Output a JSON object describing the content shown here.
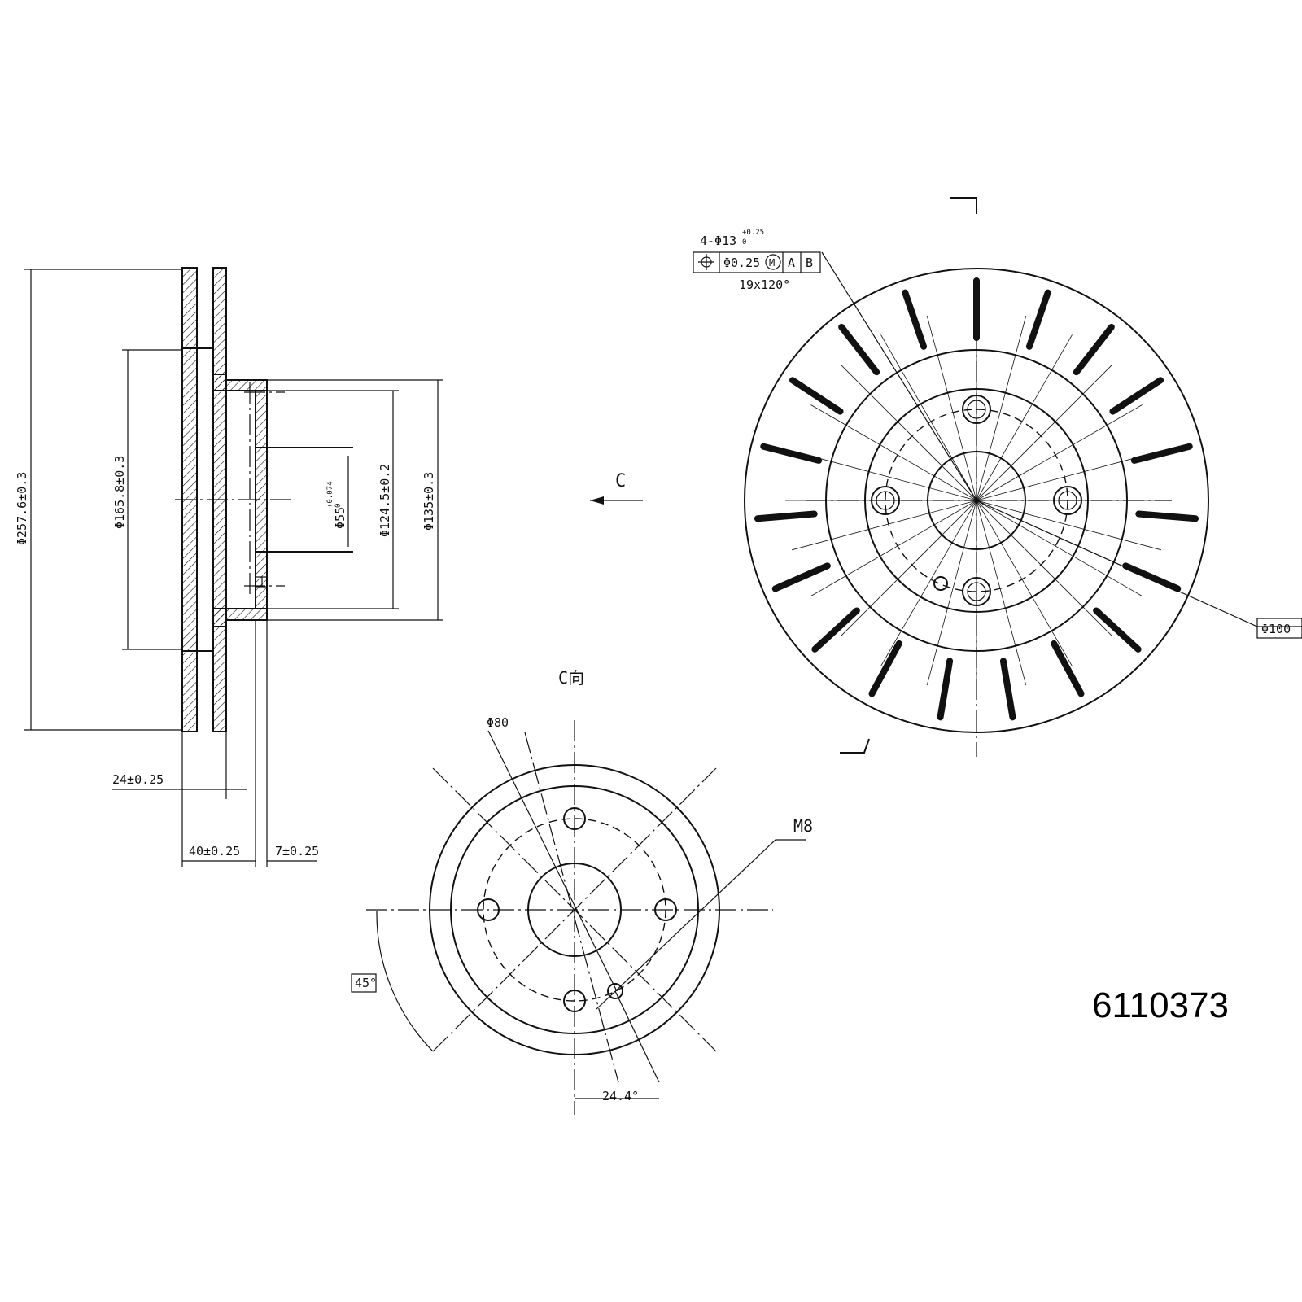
{
  "side_view": {
    "dia_outer": "Φ257.6±0.3",
    "dia_inner": "Φ165.8±0.3",
    "dia_bore": "Φ55",
    "dia_bore_tol_upper": "+0.074",
    "dia_bore_tol_lower": "0",
    "dia_hub": "Φ124.5±0.2",
    "dia_hat": "Φ135±0.3",
    "thickness": "24±0.25",
    "height": "40±0.25",
    "hat_thickness": "7±0.25"
  },
  "view_arrow_label": "C",
  "front_view": {
    "hole_spec": "4-Φ13",
    "hole_tol_upper": "+0.25",
    "hole_tol_lower": "0",
    "tolerance_frame": {
      "symbol": "position-icon",
      "value": "Φ0.25",
      "modifier": "M",
      "datum_a": "A",
      "datum_b": "B"
    },
    "vane_spec": "19x120°",
    "pcd": "Φ100"
  },
  "view_c": {
    "title": "C向",
    "dia_label": "Φ80",
    "thread": "M8",
    "angle_45": "45°",
    "angle_24": "24.4°"
  },
  "part_number": "6110373"
}
